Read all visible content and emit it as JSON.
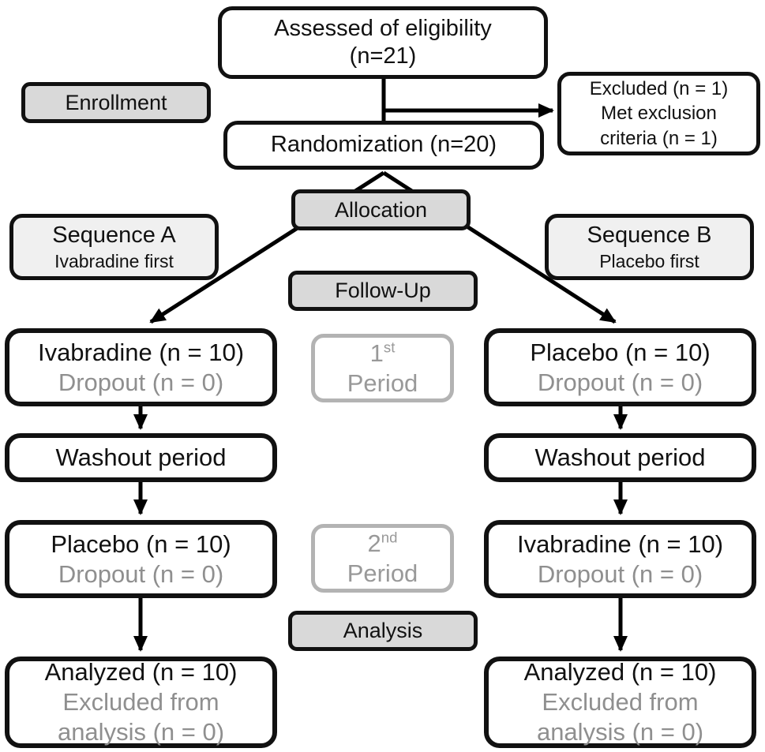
{
  "flow": {
    "assessed": {
      "line1": "Assessed of eligibility",
      "line2": "(n=21)"
    },
    "excluded": {
      "line1": "Excluded (n = 1)",
      "line2": "Met exclusion",
      "line3": "criteria (n = 1)"
    },
    "randomization": "Randomization (n=20)",
    "stage_labels": {
      "enrollment": "Enrollment",
      "allocation": "Allocation",
      "followup": "Follow-Up",
      "analysis": "Analysis"
    },
    "sequence_a": {
      "title": "Sequence A",
      "subtitle": "Ivabradine first"
    },
    "sequence_b": {
      "title": "Sequence B",
      "subtitle": "Placebo first"
    },
    "periods": {
      "first": {
        "num": "1",
        "sup": "st",
        "word": "Period"
      },
      "second": {
        "num": "2",
        "sup": "nd",
        "word": "Period"
      }
    },
    "left_column": {
      "p1_main": "Ivabradine (n = 10)",
      "p1_sub": "Dropout (n = 0)",
      "washout": "Washout period",
      "p2_main": "Placebo (n = 10)",
      "p2_sub": "Dropout (n = 0)",
      "analyzed_main": "Analyzed (n = 10)",
      "analyzed_sub1": "Excluded from",
      "analyzed_sub2": "analysis (n = 0)"
    },
    "right_column": {
      "p1_main": "Placebo (n = 10)",
      "p1_sub": "Dropout (n = 0)",
      "washout": "Washout period",
      "p2_main": "Ivabradine (n = 10)",
      "p2_sub": "Dropout (n = 0)",
      "analyzed_main": "Analyzed (n = 10)",
      "analyzed_sub1": "Excluded from",
      "analyzed_sub2": "analysis (n = 0)"
    },
    "colors": {
      "stage_label_fill": "#d9d9d9",
      "sequence_fill": "#f0f0f0",
      "muted_text": "#8f8f8f",
      "period_border": "#b3b3b3",
      "line": "#000000",
      "box_border": "#111111"
    }
  }
}
